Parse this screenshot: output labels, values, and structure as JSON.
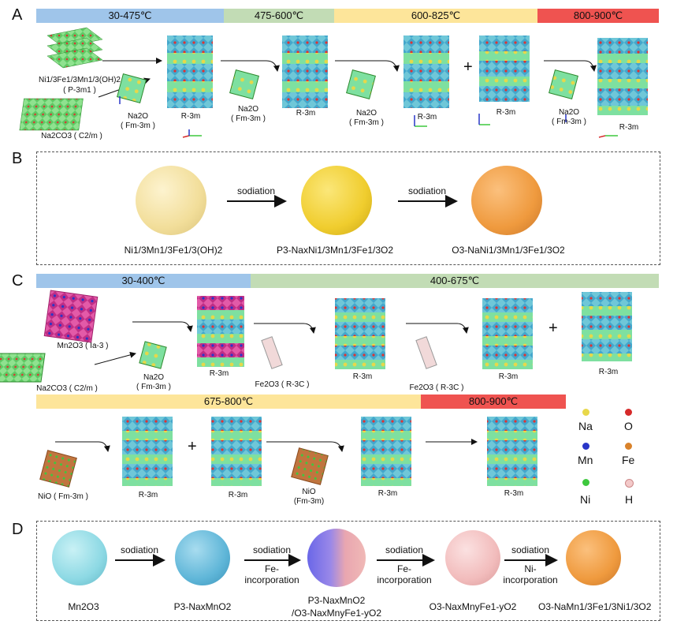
{
  "panels": {
    "A": "A",
    "B": "B",
    "C": "C",
    "D": "D"
  },
  "colors": {
    "blue_band": "#9fc5ea",
    "green_band": "#c2dcb5",
    "yellow_band": "#fde59a",
    "red_band": "#ef5350"
  },
  "panel_a": {
    "bands": [
      "30-475℃",
      "475-600℃",
      "600-825℃",
      "800-900℃"
    ],
    "labels": {
      "precursor1": "Ni1/3Fe1/3Mn1/3(OH)2",
      "precursor1_sg": "( P-3m1 )",
      "precursor2": "Na2CO3 ( C2/m )",
      "na2o_1": "Na2O",
      "na2o_1_sg": "( Fm-3m )",
      "r3m_1": "R-3m",
      "na2o_2": "Na2O",
      "na2o_2_sg": "( Fm-3m )",
      "r3m_2": "R-3m",
      "na2o_3": "Na2O",
      "na2o_3_sg": "( Fm-3m )",
      "r3m_3": "R-3m",
      "r3m_4": "R-3m",
      "na2o_4": "Na2O",
      "na2o_4_sg": "( Fm-3m )",
      "r3m_5": "R-3m"
    },
    "plus": "+"
  },
  "panel_b": {
    "arrow1": "sodiation",
    "arrow2": "sodiation",
    "ball1": "Ni1/3Mn1/3Fe1/3(OH)2",
    "ball2": "P3-NaxNi1/3Mn1/3Fe1/3O2",
    "ball3": "O3-NaNi1/3Mn1/3Fe1/3O2"
  },
  "panel_c": {
    "bands_top": [
      "30-400℃",
      "400-675℃"
    ],
    "bands_bottom": [
      "675-800℃",
      "800-900℃"
    ],
    "labels": {
      "mn2o3": "Mn2O3 ( Ia-3 )",
      "na2co3": "Na2CO3 ( C2/m )",
      "na2o": "Na2O",
      "na2o_sg": "( Fm-3m )",
      "r3m_1": "R-3m",
      "fe2o3_1": "Fe2O3 ( R-3C )",
      "r3m_2": "R-3m",
      "fe2o3_2": "Fe2O3 ( R-3C )",
      "r3m_3": "R-3m",
      "r3m_4": "R-3m",
      "nio_1": "NiO ( Fm-3m )",
      "r3m_5": "R-3m",
      "r3m_6": "R-3m",
      "nio_2": "NiO",
      "nio_2_sg": "(Fm-3m)",
      "r3m_7": "R-3m",
      "r3m_8": "R-3m"
    },
    "plus": "+"
  },
  "legend": [
    {
      "symbol": "Na",
      "color": "#e8d84a"
    },
    {
      "symbol": "O",
      "color": "#d62a2a"
    },
    {
      "symbol": "Mn",
      "color": "#2936c8"
    },
    {
      "symbol": "Fe",
      "color": "#d9822b"
    },
    {
      "symbol": "Ni",
      "color": "#3ec83e"
    },
    {
      "symbol": "H",
      "color": "#f3c9c9"
    }
  ],
  "panel_d": {
    "arrow1": "sodiation",
    "arrow2_top": "sodiation",
    "arrow2_bottom": "Fe-\nincorporation",
    "arrow3_top": "sodiation",
    "arrow3_bottom": "Fe-\nincorporation",
    "arrow4_top": "sodiation",
    "arrow4_bottom": "Ni-\nincorporation",
    "ball1": "Mn2O3",
    "ball2": "P3-NaxMnO2",
    "ball3_line1": "P3-NaxMnO2",
    "ball3_line2": "/O3-NaxMnyFe1-yO2",
    "ball4": "O3-NaxMnyFe1-yO2",
    "ball5": "O3-NaMn1/3Fe1/3Ni1/3O2"
  }
}
